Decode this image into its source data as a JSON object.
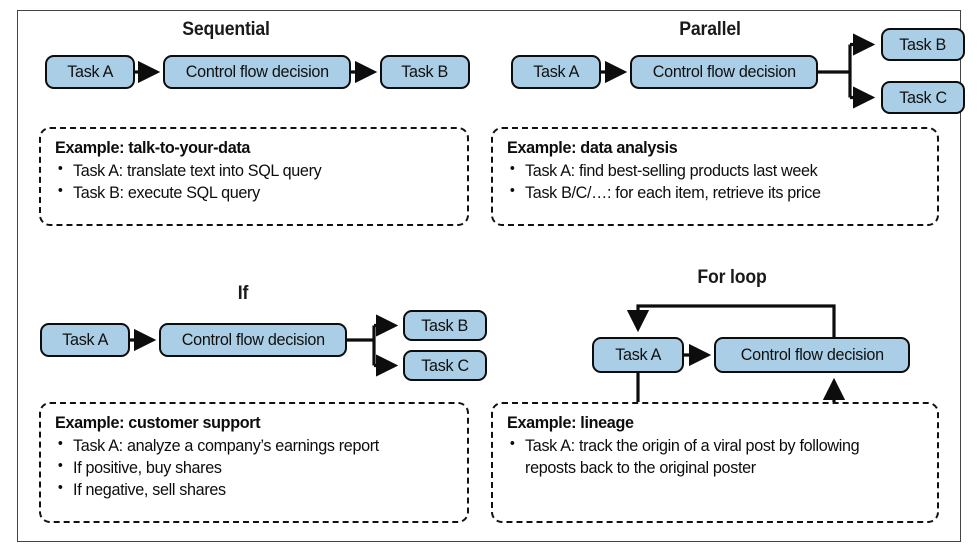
{
  "figure": {
    "colors": {
      "node_fill": "#a9cee5",
      "node_stroke": "#0d0d0d",
      "text": "#0d0d0d",
      "frame": "#444444"
    },
    "node_labels": {
      "task_a": "Task A",
      "task_b": "Task B",
      "task_c": "Task C",
      "control_flow": "Control flow decision"
    }
  },
  "panels": [
    {
      "id": "sequential",
      "title": "Sequential",
      "pattern": "A -> control flow decision -> B",
      "nodes": [
        "Task A",
        "Control flow decision",
        "Task B"
      ],
      "example": {
        "title": "Example: talk-to-your-data",
        "items": [
          "Task A: translate text into SQL query",
          "Task B: execute SQL query"
        ]
      }
    },
    {
      "id": "parallel",
      "title": "Parallel",
      "pattern": "A -> control flow decision -> (B and C in parallel)",
      "nodes": [
        "Task A",
        "Control flow decision",
        "Task B",
        "Task C"
      ],
      "example": {
        "title": "Example: data analysis",
        "items": [
          "Task A: find best-selling products last week",
          "Task B/C/…: for each item, retrieve its price"
        ]
      }
    },
    {
      "id": "if",
      "title": "If",
      "pattern": "A -> control flow decision -> (B or C branch)",
      "nodes": [
        "Task A",
        "Control flow decision",
        "Task B",
        "Task C"
      ],
      "example": {
        "title": "Example: customer support",
        "items": [
          "Task A: analyze a company’s earnings report",
          "If positive, buy shares",
          "If negative, sell shares"
        ]
      }
    },
    {
      "id": "for-loop",
      "title": "For loop",
      "pattern": "A -> control flow decision, with loop back edges",
      "nodes": [
        "Task A",
        "Control flow decision"
      ],
      "example": {
        "title": "Example: lineage",
        "items": [
          "Task A: track the origin of a viral post by following reposts back to the original poster"
        ]
      }
    }
  ]
}
